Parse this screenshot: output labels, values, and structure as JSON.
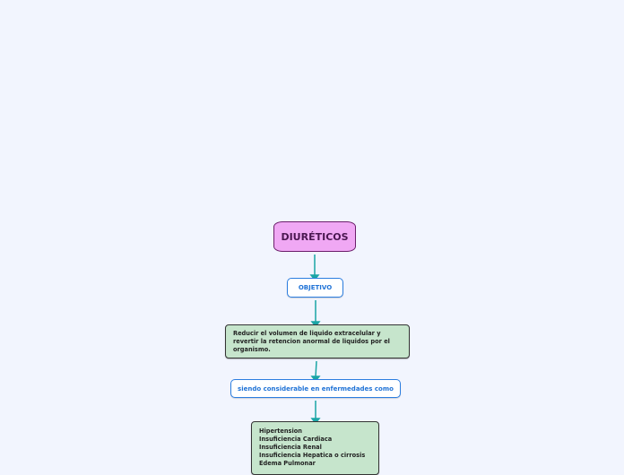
{
  "title": "DIURÉTICOS",
  "objetivo": "OBJETIVO",
  "reducir": "Reducir el volumen de liquido extracelular y revertir la retencion anormal de liquidos por el organismo.",
  "siendo": "siendo considerable en enfermedades como",
  "enfermedades": [
    "Hipertension",
    "Insuficiencia Cardiaca",
    "Insuficiencia Renal",
    "Insuficiencia Hepatica o cirrosis",
    "Edema Pulmonar"
  ],
  "colors": {
    "connector": "#1aa5a5",
    "main": "#f0a8f4",
    "green": "#c6e5cc",
    "blue": "#2b7de0"
  }
}
